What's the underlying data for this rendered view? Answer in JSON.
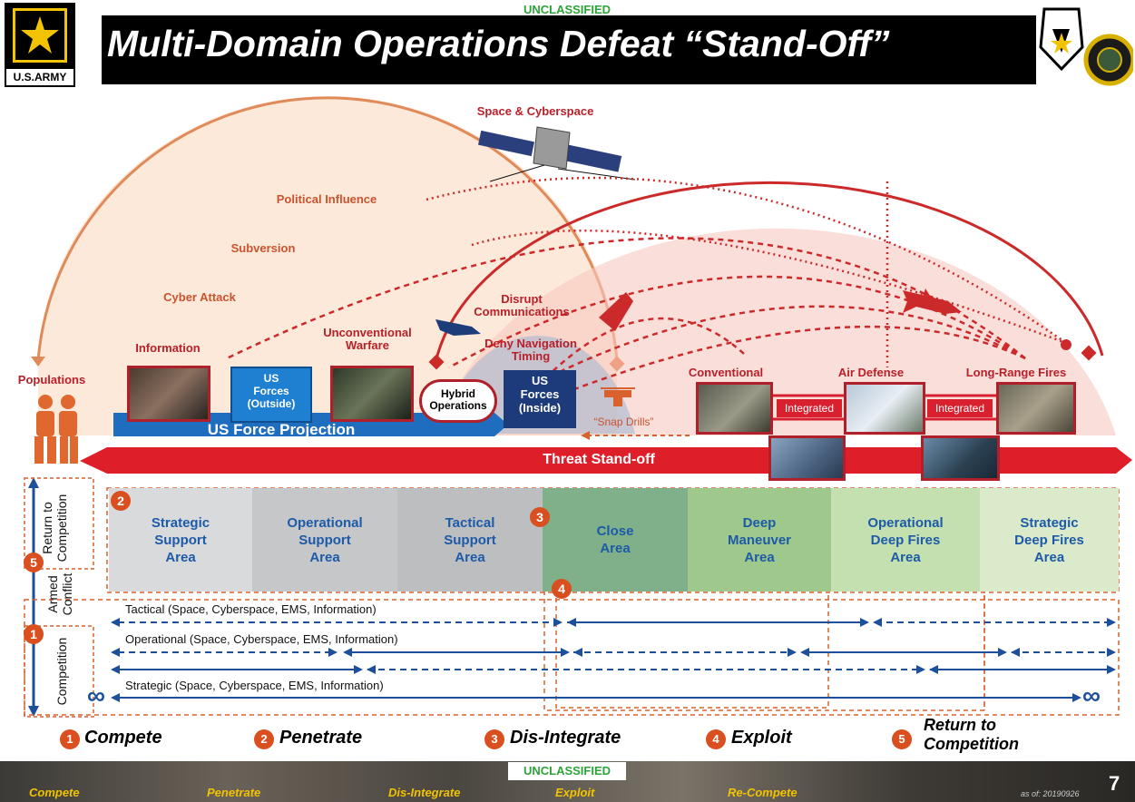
{
  "classification_top": "UNCLASSIFIED",
  "classification_bottom": "UNCLASSIFIED",
  "title": "Multi-Domain Operations Defeat “Stand-Off”",
  "army_logo_text": "U.S.ARMY",
  "space_label": "Space & Cyberspace",
  "influence_labels": [
    "Political Influence",
    "Subversion",
    "Cyber Attack",
    "Information"
  ],
  "populations_label": "Populations",
  "unconventional_label": "Unconventional\nWarfare",
  "us_forces_outside": "US\nForces\n(Outside)",
  "us_forces_inside": "US\nForces\n(Inside)",
  "hybrid_ops": "Hybrid\nOperations",
  "force_projection": "US Force Projection",
  "disrupt_comms": "Disrupt\nCommunications",
  "deny_nav": "Deny Navigation\nTiming",
  "snap_drills": "“Snap Drills”",
  "threat_labels": {
    "conventional": "Conventional",
    "air_defense": "Air Defense",
    "long_range": "Long-Range Fires"
  },
  "integrated_label": "Integrated",
  "threat_standoff": "Threat Stand-off",
  "side_labels": {
    "return": "Return to\nCompetition",
    "armed": "Armed\nConflict",
    "competition": "Competition"
  },
  "areas": [
    "Strategic\nSupport\nArea",
    "Operational\nSupport\nArea",
    "Tactical\nSupport\nArea",
    "Close\nArea",
    "Deep\nManeuver\nArea",
    "Operational\nDeep Fires\nArea",
    "Strategic\nDeep Fires\nArea"
  ],
  "area_colors": [
    "#d9dadc",
    "#c6c7c9",
    "#bdbec0",
    "#7fb089",
    "#9fc98c",
    "#c5e0b0",
    "#dbeacb"
  ],
  "tracks": [
    "Tactical (Space, Cyberspace, EMS, Information)",
    "Operational (Space, Cyberspace, EMS, Information)",
    "Strategic (Space, Cyberspace, EMS, Information)"
  ],
  "infinity": "∞",
  "numbers": [
    "1",
    "2",
    "3",
    "4",
    "5"
  ],
  "legend": [
    "Compete",
    "Penetrate",
    "Dis-Integrate",
    "Exploit",
    "Return to\nCompetition"
  ],
  "bottom_segments": [
    "Compete",
    "Penetrate",
    "Dis-Integrate",
    "Exploit",
    "Re-Compete"
  ],
  "as_of": "as of: 20190926",
  "page_number": "7",
  "colors": {
    "accent_red": "#d8202e",
    "accent_blue": "#1d5aa8",
    "orange": "#d9612e",
    "classification_green": "#2ea33a"
  }
}
